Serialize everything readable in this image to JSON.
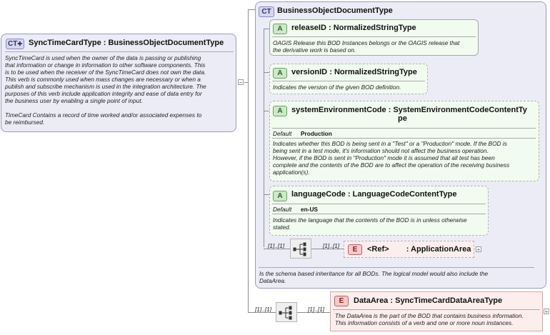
{
  "sync_type": {
    "badge": "CT",
    "name": "SyncTimeCardType",
    "sep": ":",
    "base": "BusinessObjectDocumentType",
    "doc_lines": [
      "SyncTimeCard is used when the owner of the data is passing or publishing",
      "that information or change in information to other software components. This",
      "is to be used when the receiver of the SyncTimeCard does not own the data.",
      "This verb is commonly used when mass changes are necessary or when a",
      "publish and subscribe mechanism is used in the integration architecture. The",
      "purposes of this verb include application integrity and ease of data entry for",
      "the business user by enabling a single point of input.",
      "",
      "TimeCard  Contains a record of time worked and/or associated expenses to",
      "be reimbursed."
    ]
  },
  "bod": {
    "badge": "CT",
    "title": "BusinessObjectDocumentType",
    "doc_lines": [
      "Is the schema based inheritance for all BODs. The logical model would also include the",
      "DataArea."
    ]
  },
  "attributes": [
    {
      "badge": "A",
      "name": "releaseID",
      "sep": ":",
      "type": "NormalizedStringType",
      "doc_lines": [
        "OAGIS Release this BOD Instances belongs or the OAGIS release that",
        "the derivative work is based on."
      ]
    },
    {
      "badge": "A",
      "name": "versionID",
      "sep": ":",
      "type": "NormalizedStringType",
      "doc_lines": [
        "Indicates the version of the given BOD definition."
      ]
    },
    {
      "badge": "A",
      "name": "systemEnvironmentCode",
      "sep": ":",
      "type_line1": "SystemEnvironmentCodeContentTy",
      "type_line2": "pe",
      "default_label": "Default",
      "default_value": "Production",
      "doc_lines": [
        "Indicates whether this BOD is being sent in a \"Test\" or a \"Production\" mode. If the BOD is",
        "being sent in a test mode, it's information should not affect the business operation.",
        "However, if the BOD is sent in \"Production\" mode it is assumed that all test has been",
        "complete and the contents of the BOD are to affect the operation of the receiving business",
        "application(s)."
      ]
    },
    {
      "badge": "A",
      "name": "languageCode",
      "sep": ":",
      "type": "LanguageCodeContentType",
      "default_label": "Default",
      "default_value": "en-US",
      "doc_lines": [
        "Indicates the language that the contents of the BOD is in unless otherwise",
        "stated."
      ]
    }
  ],
  "application_area": {
    "mult_seq": "[1]..[1]",
    "mult_elem": "[1]..[1]",
    "badge": "E",
    "name": "<Ref>",
    "sep": ":",
    "type": "ApplicationArea"
  },
  "data_area": {
    "mult_seq": "[1]..[1]",
    "mult_elem": "[1]..[1]",
    "badge": "E",
    "name": "DataArea",
    "sep": ":",
    "type": "SyncTimeCardDataAreaType",
    "doc_lines": [
      "The DataArea is the part of the BOD that contains business information.",
      "This information consists of a verb and one or more noun instances."
    ]
  },
  "expand_symbol": "+",
  "collapse_symbol": "−"
}
